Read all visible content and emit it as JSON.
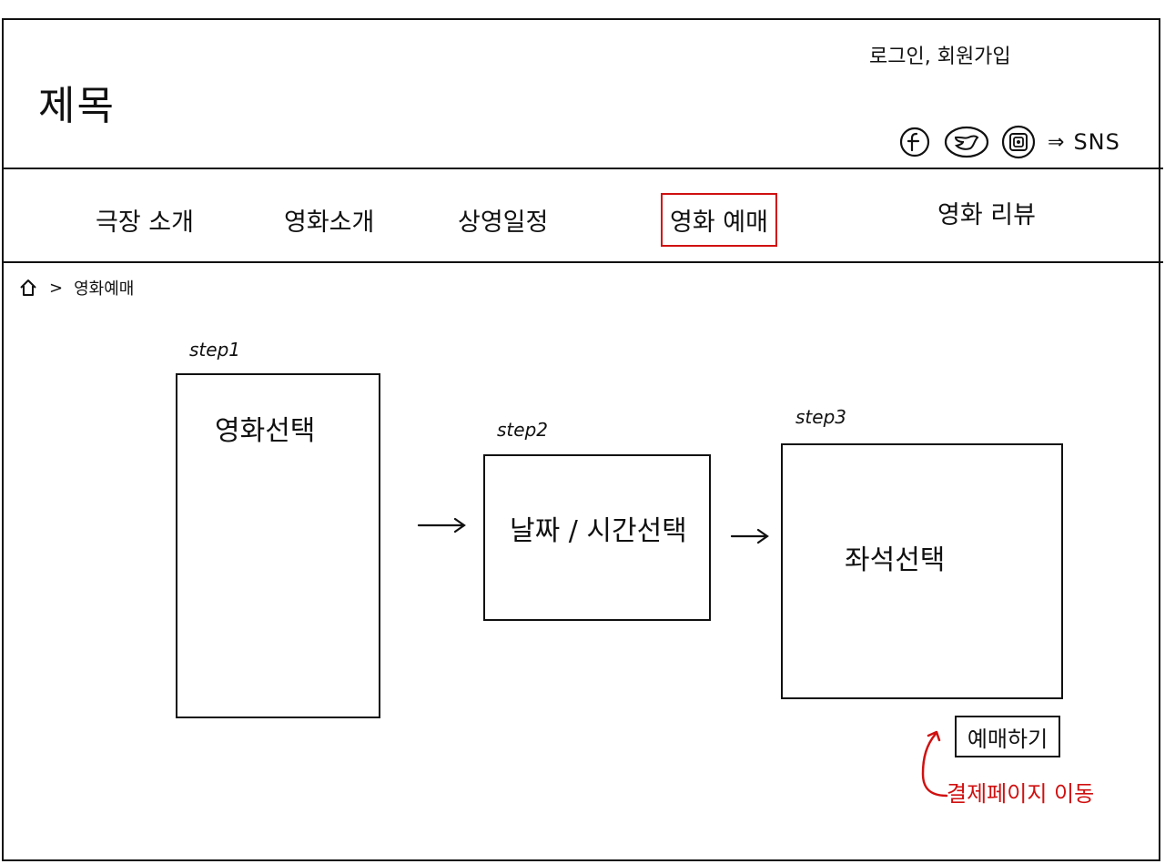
{
  "header": {
    "site_title": "제목",
    "auth_links": "로그인, 회원가입",
    "sns_icons": [
      "facebook-icon",
      "twitter-icon",
      "instagram-icon"
    ],
    "sns_arrow": "⇒",
    "sns_label": "SNS"
  },
  "nav": {
    "items": [
      {
        "label": "극장 소개",
        "active": false
      },
      {
        "label": "영화소개",
        "active": false
      },
      {
        "label": "상영일정",
        "active": false
      },
      {
        "label": "영화 예매",
        "active": true
      },
      {
        "label": "영화 리뷰",
        "active": false
      }
    ],
    "active_color": "#d01010"
  },
  "breadcrumb": {
    "separator": ">",
    "current": "영화예매"
  },
  "steps": [
    {
      "label": "step1",
      "title": "영화선택"
    },
    {
      "label": "step2",
      "title": "날짜 / 시간선택"
    },
    {
      "label": "step3",
      "title": "좌석선택"
    }
  ],
  "reserve_button": {
    "label": "예매하기"
  },
  "annotation": {
    "text": "결제페이지 이동",
    "color": "#d01010"
  }
}
